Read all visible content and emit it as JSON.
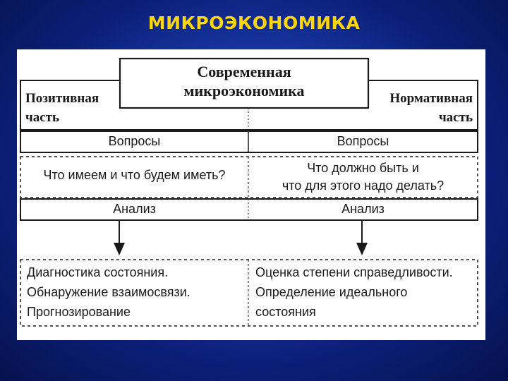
{
  "slide": {
    "title": "МИКРОЭКОНОМИКА"
  },
  "diagram": {
    "center": {
      "line1": "Современная",
      "line2": "микроэкономика"
    },
    "left": {
      "label_line1": "Позитивная",
      "label_line2": "часть",
      "questions_header": "Вопросы",
      "question": "Что имеем и что будем иметь?",
      "analysis": "Анализ",
      "outcome_line1": "Диагностика состояния.",
      "outcome_line2": "Обнаружение взаимосвязи.",
      "outcome_line3": "Прогнозирование"
    },
    "right": {
      "label_line1": "Нормативная",
      "label_line2": "часть",
      "questions_header": "Вопросы",
      "question_line1": "Что должно быть и",
      "question_line2": "что для этого надо делать?",
      "analysis": "Анализ",
      "outcome_line1": "Оценка степени справедливости.",
      "outcome_line2": "Определение идеального",
      "outcome_line3": "состояния"
    }
  }
}
